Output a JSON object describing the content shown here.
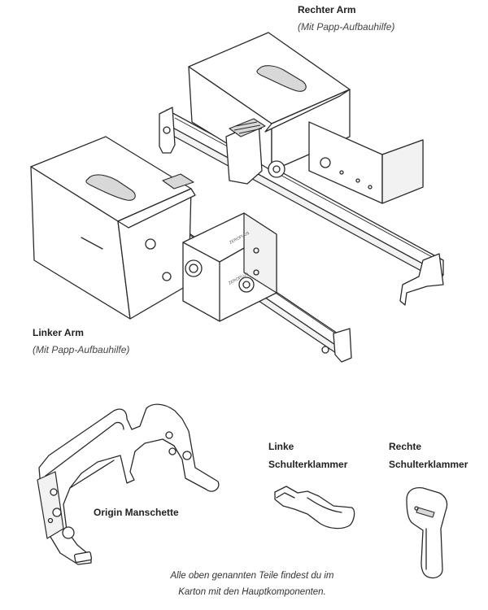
{
  "labels": {
    "right_arm": {
      "title": "Rechter Arm",
      "subtitle": "(Mit Papp-Aufbauhilfe)"
    },
    "left_arm": {
      "title": "Linker Arm",
      "subtitle": "(Mit Papp-Aufbauhilfe)"
    },
    "origin_cuff": {
      "title": "Origin Manschette"
    },
    "left_clip": {
      "line1": "Linke",
      "line2": "Schulterklammer"
    },
    "right_clip": {
      "line1": "Rechte",
      "line2": "Schulterklammer"
    }
  },
  "footnote": {
    "line1": "Alle oben genannten Teile findest du im",
    "line2": "Karton mit den Hauptkomponenten."
  },
  "brand_marks": {
    "module_text_1": "ZEROPLUS",
    "module_text_2": "ZEROPLUS"
  }
}
